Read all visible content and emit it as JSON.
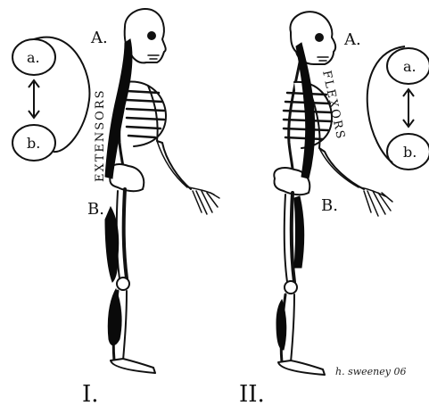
{
  "figure_left": {
    "point_a": "A.",
    "point_b": "B.",
    "muscle_label": "EXTENSORS",
    "callout_a": "a.",
    "callout_b": "b.",
    "roman_numeral": "I."
  },
  "figure_right": {
    "point_a": "A.",
    "point_b": "B.",
    "muscle_label": "FLEXORS",
    "callout_a": "a.",
    "callout_b": "b.",
    "roman_numeral": "II."
  },
  "signature": "h. sweeney 06"
}
